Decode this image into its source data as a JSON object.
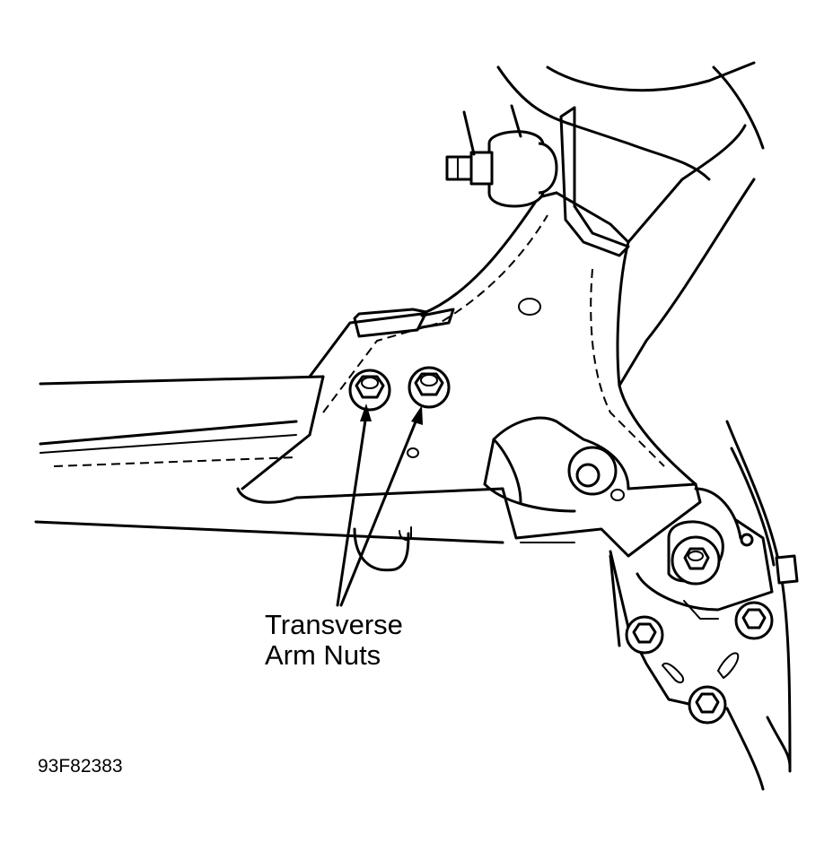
{
  "callout": {
    "line1": "Transverse",
    "line2": "Arm Nuts"
  },
  "figure_id": "93F82383"
}
